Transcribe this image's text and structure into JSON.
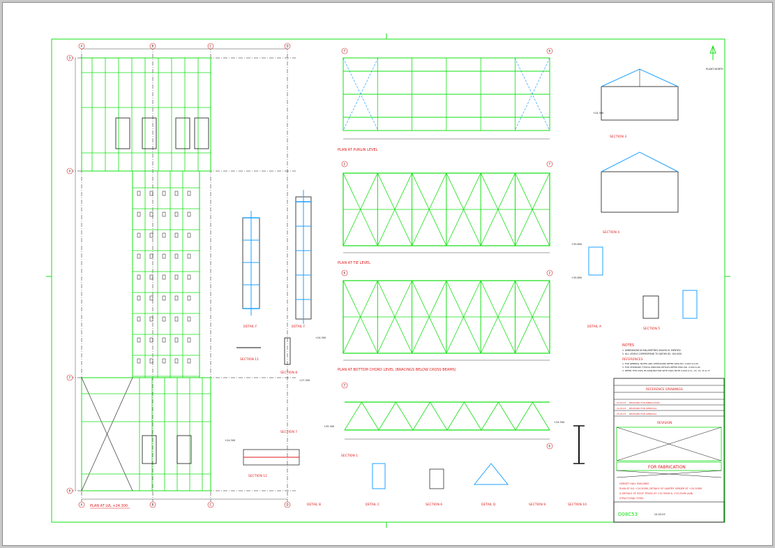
{
  "plan_labels": {
    "plan_top": "PLAN AT LVL +24.300",
    "plan_purlin": "PLAN AT PURLIN LEVEL",
    "plan_tie": "PLAN AT TIE LEVEL",
    "plan_bottom": "PLAN AT BOTTOM CHORD LEVEL (BRACINGS BELOW CROSS BEAMS)"
  },
  "grid_letters": [
    "A",
    "B",
    "C",
    "D"
  ],
  "grid_numbers": [
    "3",
    "4",
    "7",
    "8"
  ],
  "truss_grids": [
    "7",
    "6",
    "2"
  ],
  "details": {
    "detail_f1": "DETAIL F",
    "detail_f2": "DETAIL F",
    "section_11": "SECTION 11",
    "section_8": "SECTION 8",
    "section_3": "SECTION 3",
    "section_4": "SECTION 4",
    "section_5": "SECTION 5",
    "detail_a": "DETAIL A",
    "section_7": "SECTION 7",
    "section_1": "SECTION 1",
    "section_12": "SECTION 12",
    "detail_b": "DETAIL B",
    "detail_c": "DETAIL C",
    "section_6": "SECTION 6",
    "detail_d": "DETAIL D",
    "section_9": "SECTION 9",
    "section_10": "SECTION 10"
  },
  "notes": {
    "heading": "NOTES",
    "lines": [
      "1. DIMENSIONS IN MILLIMETRES UNLESS N. MENTED.",
      "2. ALL LEVELS CORRESPOND TO DATUM (EL 100.000)"
    ],
    "references_heading": "REFERENCES",
    "references": [
      "1. FOR GENERAL NOTES AND STEELWORK REFER DWG NO. X-000-S-0.00",
      "2. FOR STANDARD TYPICAL BRACING DETAILS REFER DWG NO. X-000-S-00",
      "3. REFER THIS DWG IN CONJUNCTION WITH DWG NOTE X-000-S-11, 13, 14, 15 & 17"
    ]
  },
  "title_block": {
    "reference_drawings": "REFERENCE DRAWINGS",
    "revision": "REVISION",
    "revisions": [
      {
        "date": "24.03.03",
        "desc": "RELEASED FOR FABRICATION"
      },
      {
        "date": "10.03.03",
        "desc": "RELEASED FOR APPROVAL"
      },
      {
        "date": "25.02.03",
        "desc": "RELEASED FOR APPROVAL"
      }
    ],
    "status": "FOR FABRICATION",
    "title_lines": [
      "GENSET HALL BUILDING",
      "PLAN AT LVL +24.300M, DETAILS OF GANTRY GIRDER AT +24.300M",
      "& DETAILS OF ROOF TRUSS AT +32.550M & +33.250M (A/B)",
      "STRUCTURAL STEEL"
    ],
    "drawing_no": "D08C53",
    "date": "24.03.03"
  },
  "levels": [
    "+24.300",
    "+27.300",
    "+33.850",
    "+33.850",
    "+24.300",
    "+24.300",
    "+24.300",
    "+25.300"
  ],
  "north_label": "PLANT NORTH",
  "colors": {
    "green": "#12e012",
    "red": "#e01818",
    "blue": "#1ea0ff",
    "black": "#111111"
  }
}
